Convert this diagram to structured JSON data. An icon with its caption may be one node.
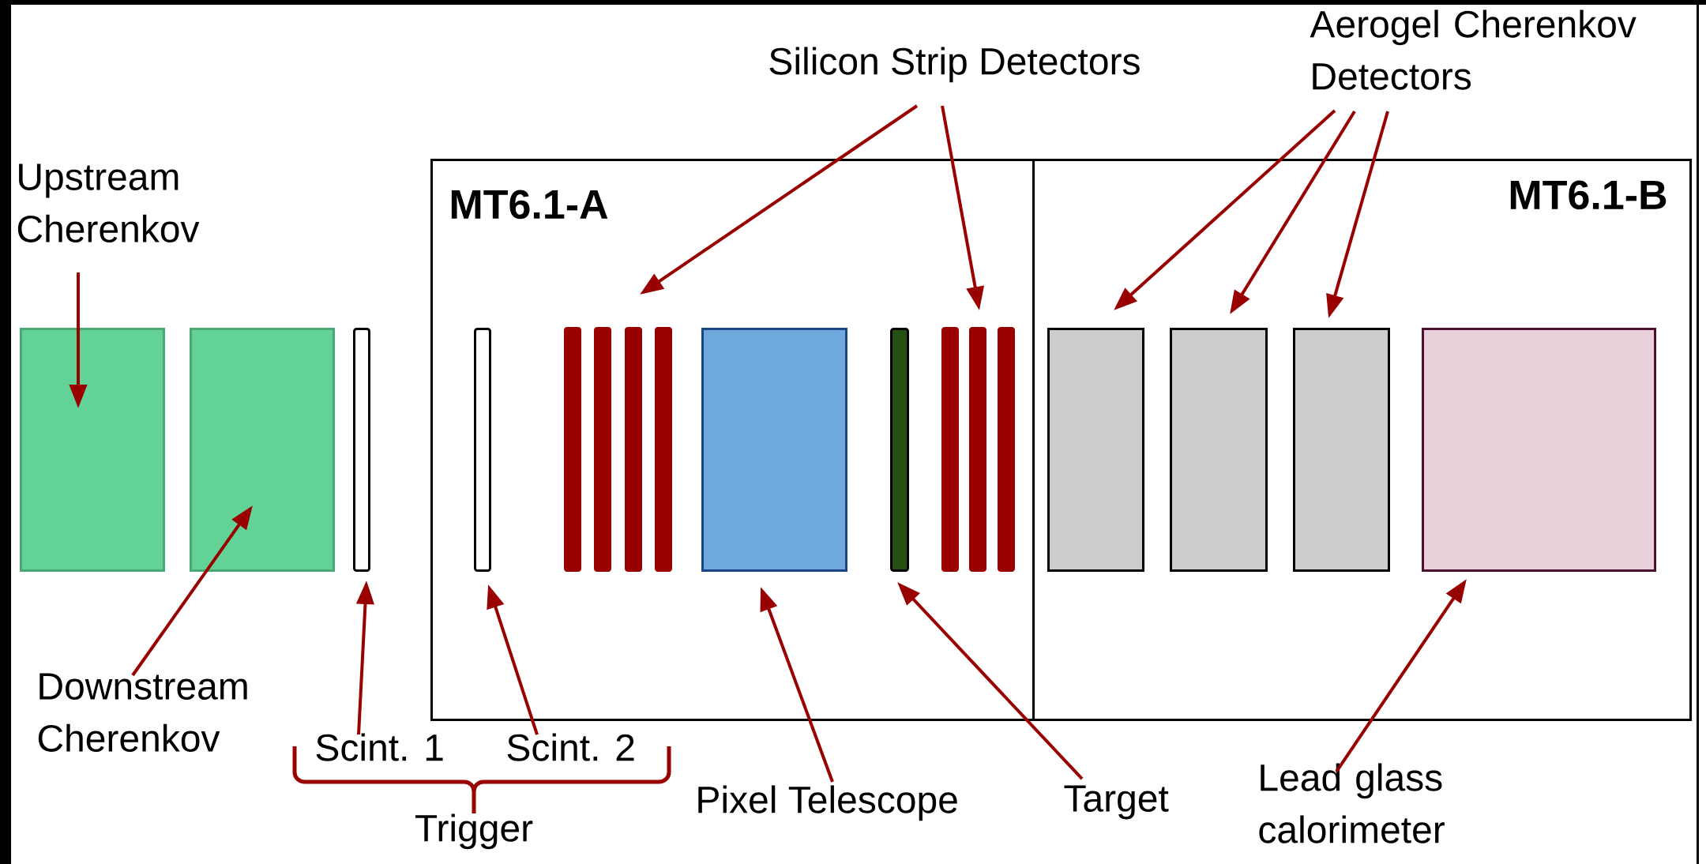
{
  "diagram": {
    "nodes": [
      {
        "text": [
          "MT6.1-A"
        ]
      },
      {
        "text": [
          "MT6.1-B"
        ]
      },
      {
        "text": [
          "Upstream Cherenkov"
        ]
      },
      {
        "text": [],
        "shape": "box"
      },
      {
        "text": [],
        "shape": "box"
      },
      {
        "text": [
          "Downstream Cherenkov"
        ]
      },
      {
        "text": [],
        "shape": "bar"
      },
      {
        "text": [
          "Scint. 1"
        ]
      },
      {
        "text": [],
        "shape": "bar",
        "in": 0
      },
      {
        "text": [
          "Scint. 2"
        ]
      },
      {
        "text": [],
        "shape": "bar",
        "in": 0
      },
      {
        "text": [],
        "shape": "bar",
        "in": 0
      },
      {
        "text": [],
        "shape": "bar",
        "in": 0
      },
      {
        "text": [],
        "shape": "bar",
        "in": 0
      },
      {
        "text": [],
        "shape": "box",
        "in": 0
      },
      {
        "text": [
          "Pixel Telescope"
        ]
      },
      {
        "text": [],
        "shape": "bar",
        "in": 0
      },
      {
        "text": [
          "Target"
        ]
      },
      {
        "text": [],
        "shape": "bar",
        "in": 0
      },
      {
        "text": [],
        "shape": "bar",
        "in": 0
      },
      {
        "text": [],
        "shape": "bar",
        "in": 0
      },
      {
        "text": [
          "Silicon Strip Detectors"
        ]
      },
      {
        "text": [],
        "shape": "box",
        "in": 1
      },
      {
        "text": [],
        "shape": "box",
        "in": 1
      },
      {
        "text": [],
        "shape": "box",
        "in": 1
      },
      {
        "text": [
          "Aerogel Cherenkov Detectors"
        ]
      },
      {
        "text": [],
        "shape": "box",
        "in": 1
      },
      {
        "text": [
          "Lead glass calorimeter"
        ]
      }
    ],
    "edges": [
      {
        "from": 2,
        "to": 3,
        "arrow": "to"
      },
      {
        "from": 5,
        "to": 4,
        "arrow": "to"
      },
      {
        "from": 7,
        "to": 6,
        "arrow": "to"
      },
      {
        "from": 9,
        "to": 8,
        "arrow": "to"
      },
      {
        "from": 15,
        "to": 14,
        "arrow": "to"
      },
      {
        "from": 17,
        "to": 16,
        "arrow": "to"
      },
      {
        "from": 21,
        "to": 12,
        "arrow": "to"
      },
      {
        "from": 21,
        "to": 19,
        "arrow": "to"
      },
      {
        "from": 25,
        "to": 22,
        "arrow": "to"
      },
      {
        "from": 25,
        "to": 23,
        "arrow": "to"
      },
      {
        "from": 25,
        "to": 24,
        "arrow": "to"
      },
      {
        "from": 27,
        "to": 26,
        "arrow": "to"
      }
    ],
    "labels": [
      "Trigger"
    ]
  }
}
